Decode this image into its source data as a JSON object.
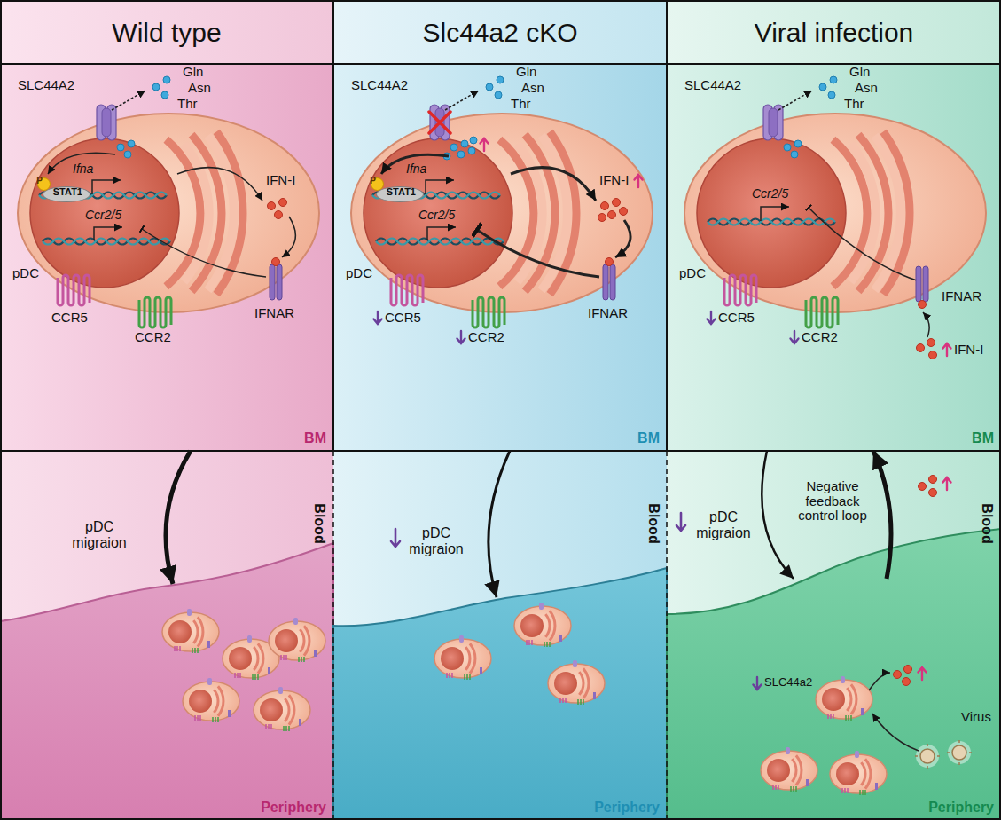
{
  "diagram": {
    "nodes": [
      {
        "text": [
          "Wild type"
        ]
      },
      {
        "text": [
          "Slc44a2 cKO"
        ]
      },
      {
        "text": [
          "Viral infection"
        ]
      },
      {
        "text": [
          "BM"
        ]
      },
      {
        "text": [
          "STAT1"
        ],
        "in": 3
      },
      {
        "text": [
          "P"
        ],
        "in": 3
      },
      {
        "text": [
          "BM"
        ]
      },
      {
        "text": [
          "STAT1"
        ],
        "in": 6
      },
      {
        "text": [
          "P"
        ],
        "in": 6
      },
      {
        "text": [
          "BM"
        ]
      },
      {
        "text": [
          "Periphery"
        ]
      },
      {
        "text": [
          "Periphery"
        ]
      },
      {
        "text": [
          "Periphery"
        ]
      }
    ],
    "edges": [
      {
        "from": 3,
        "to": 10,
        "arrow": "to",
        "label": "pDC migraion"
      },
      {
        "from": 6,
        "to": 11,
        "arrow": "to",
        "label": "pDC migraion"
      },
      {
        "from": 9,
        "to": 12,
        "arrow": "to",
        "label": "pDC migraion"
      },
      {
        "from": 12,
        "to": 9,
        "arrow": "to",
        "label": "Negative feedback control loop"
      }
    ],
    "labels": [
      "SLC44A2",
      "Gln",
      "Asn",
      "Thr",
      "Ifna",
      "Ccr2/5",
      "IFN-I",
      "pDC",
      "CCR5",
      "CCR2",
      "IFNAR",
      "Blood",
      "SLC44A2",
      "Gln",
      "Asn",
      "Thr",
      "Ifna",
      "Ccr2/5",
      "IFN-I",
      "pDC",
      "CCR5",
      "CCR2",
      "IFNAR",
      "Blood",
      "SLC44A2",
      "Gln",
      "Asn",
      "Thr",
      "Ccr2/5",
      "pDC",
      "IFNAR",
      "CCR5",
      "CCR2",
      "IFN-I",
      "Blood",
      "SLC44a2",
      "Virus"
    ]
  }
}
